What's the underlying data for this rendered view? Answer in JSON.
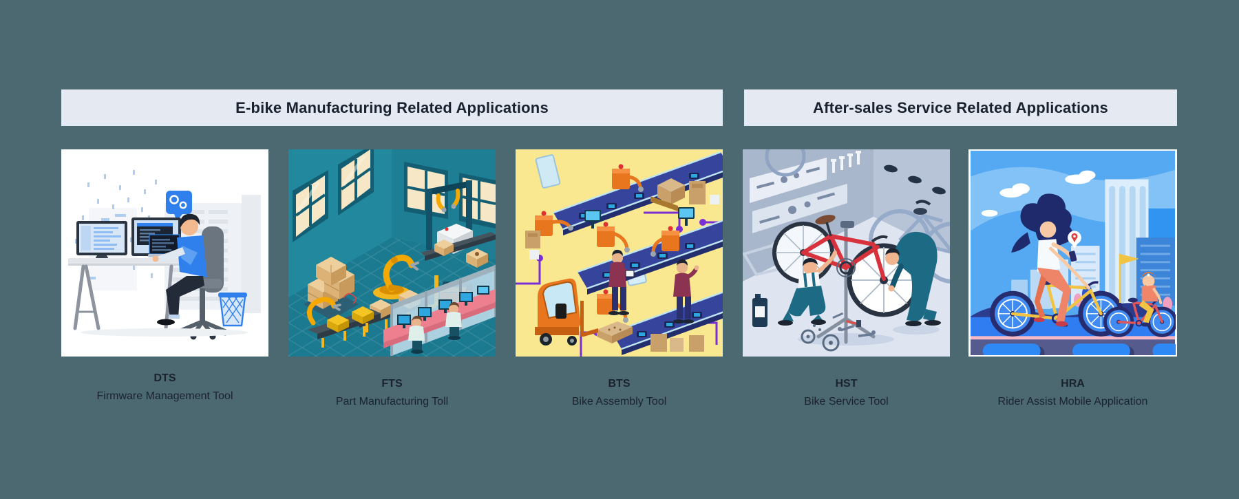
{
  "page": {
    "background_color": "#4C6972",
    "header_bar_color": "#E4E9F2",
    "header_text_color": "#19222E",
    "label_text_color": "#1A222E"
  },
  "sections": [
    {
      "id": "manufacturing",
      "title": "E-bike Manufacturing Related Applications",
      "cards": [
        {
          "acronym": "DTS",
          "description": "Firmware Management Tool",
          "illustration": "developer-at-dual-monitor-workstation-illustration",
          "accent_color": "#2F80ED"
        },
        {
          "acronym": "FTS",
          "description": "Part Manufacturing Toll",
          "illustration": "isometric-factory-robotic-arms-illustration",
          "accent_color": "#1E8094"
        },
        {
          "acronym": "BTS",
          "description": "Bike Assembly Tool",
          "illustration": "isometric-assembly-line-conveyor-illustration",
          "accent_color": "#F9E88F"
        }
      ]
    },
    {
      "id": "after-sales",
      "title": "After-sales Service Related Applications",
      "cards": [
        {
          "acronym": "HST",
          "description": "Bike Service Tool",
          "illustration": "bike-repair-workshop-mechanics-illustration",
          "accent_color": "#D8323C"
        },
        {
          "acronym": "HRA",
          "description": "Rider Assist Mobile Application",
          "illustration": "cyclists-in-city-with-navigation-illustration",
          "accent_color": "#55A8F2"
        }
      ]
    }
  ]
}
